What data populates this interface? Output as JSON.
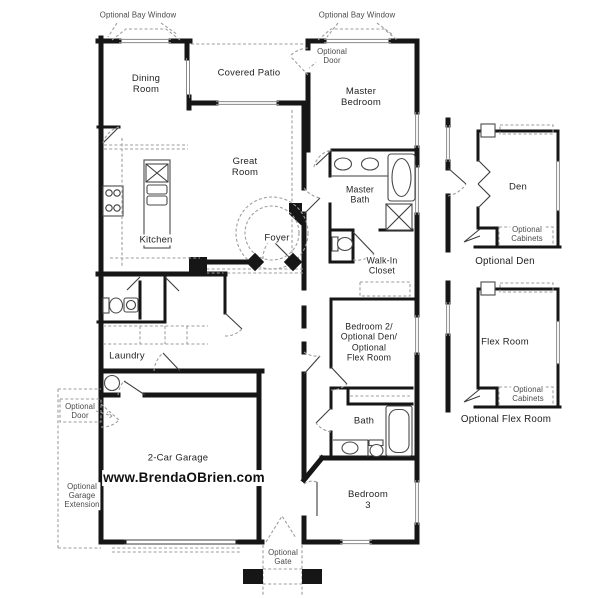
{
  "watermark": "www.BrendaOBrien.com",
  "colors": {
    "wall": "#161616",
    "optional_dashed": "#9e9e9e",
    "text": "#242424"
  },
  "labels": {
    "bay_window_left": "Optional Bay Window",
    "bay_window_right": "Optional Bay Window",
    "dining": "Dining\nRoom",
    "covered_patio": "Covered Patio",
    "optional_door_top": "Optional\nDoor",
    "master_bedroom": "Master\nBedroom",
    "great_room": "Great\nRoom",
    "kitchen": "Kitchen",
    "foyer": "Foyer",
    "master_bath": "Master\nBath",
    "walk_in_closet": "Walk-In\nCloset",
    "laundry": "Laundry",
    "bedroom2": "Bedroom 2/\nOptional Den/\nOptional\nFlex Room",
    "optional_door_left": "Optional\nDoor",
    "garage": "2-Car Garage",
    "optional_garage_extension": "Optional\nGarage\nExtension",
    "bath": "Bath",
    "bedroom3": "Bedroom\n3",
    "optional_gate": "Optional\nGate",
    "den": "Den",
    "optional_cabinets_den": "Optional\nCabinets",
    "optional_den_caption": "Optional Den",
    "flex_room": "Flex Room",
    "optional_cabinets_flex": "Optional\nCabinets",
    "optional_flex_caption": "Optional Flex Room"
  }
}
